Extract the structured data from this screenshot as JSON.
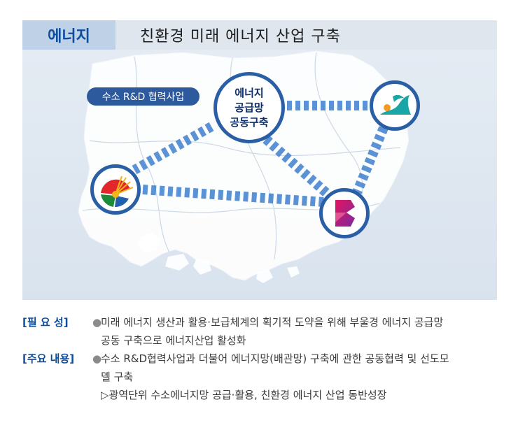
{
  "header": {
    "tag": "에너지",
    "title": "친환경 미래 에너지 산업 구축"
  },
  "map": {
    "pill_label": "수소 R&D 협력사업",
    "hub_lines": [
      "에너지",
      "공급망",
      "공동구축"
    ],
    "nodes": [
      {
        "name": "busan-logo-icon"
      },
      {
        "name": "ulsan-logo-icon"
      },
      {
        "name": "gyeongnam-logo-icon"
      }
    ]
  },
  "info": {
    "need_label": "[필 요 성]",
    "need_line1": "미래 에너지 생산과 활용·보급체계의 획기적 도약을 위해 부울경 에너지 공급망",
    "need_line2": "공동 구축으로 에너지산업 활성화",
    "main_label": "[주요 내용]",
    "main_line1": "수소 R&D협력사업과 더불어 에너지망(배관망) 구축에 관한 공동협력 및 선도모",
    "main_line2": "델 구축",
    "main_line3": "▷광역단위 수소에너지망 공급·활용, 친환경 에너지 산업 동반성장",
    "bullet": "●"
  },
  "colors": {
    "accent": "#0d4d9e",
    "dash_line": "#3f7fcf",
    "ring": "#2a5fa6"
  }
}
